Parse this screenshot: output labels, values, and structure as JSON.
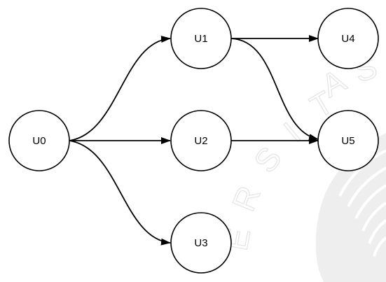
{
  "diagram": {
    "type": "directed-graph",
    "nodes": [
      {
        "id": "U0",
        "label": "U0"
      },
      {
        "id": "U1",
        "label": "U1"
      },
      {
        "id": "U2",
        "label": "U2"
      },
      {
        "id": "U3",
        "label": "U3"
      },
      {
        "id": "U4",
        "label": "U4"
      },
      {
        "id": "U5",
        "label": "U5"
      }
    ],
    "edges": [
      {
        "from": "U0",
        "to": "U1"
      },
      {
        "from": "U0",
        "to": "U2"
      },
      {
        "from": "U0",
        "to": "U3"
      },
      {
        "from": "U1",
        "to": "U4"
      },
      {
        "from": "U1",
        "to": "U5"
      },
      {
        "from": "U2",
        "to": "U5"
      }
    ]
  },
  "watermark": {
    "letters": [
      "E",
      "R",
      "S",
      "I",
      "T",
      "A",
      "S"
    ]
  },
  "colors": {
    "stroke": "#000000",
    "background": "#ffffff",
    "watermark": "#e4e4e4"
  }
}
